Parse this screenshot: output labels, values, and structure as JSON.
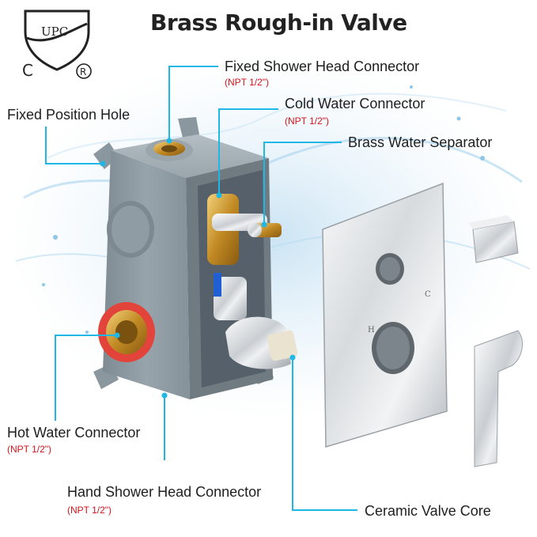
{
  "title": "Brass Rough-in Valve",
  "certification": {
    "mark_letters": "UPC",
    "c_letter": "C",
    "registered_symbol": "®"
  },
  "labels": {
    "fixed_shower_head": "Fixed Shower Head Connector",
    "fixed_shower_head_spec": "(NPT 1/2\")",
    "cold_water": "Cold Water Connector",
    "cold_water_spec": "(NPT 1/2\")",
    "fixed_position_hole": "Fixed Position Hole",
    "brass_water_separator": "Brass Water Separator",
    "hot_water": "Hot Water Connector",
    "hot_water_spec": "(NPT 1/2\")",
    "hand_shower_head": "Hand Shower Head Connector",
    "hand_shower_head_spec": "(NPT 1/2\")",
    "ceramic_valve_core": "Ceramic Valve Core"
  },
  "trim_plate_marks": {
    "cold": "C",
    "hot": "H"
  },
  "colors": {
    "leader_line": "#1fb8e6",
    "spec_text": "#d4141a",
    "valve_body": "#8e9aa1",
    "brass": "#c9952e",
    "hot_ring": "#e2433a",
    "chrome": "#d9dde0"
  }
}
